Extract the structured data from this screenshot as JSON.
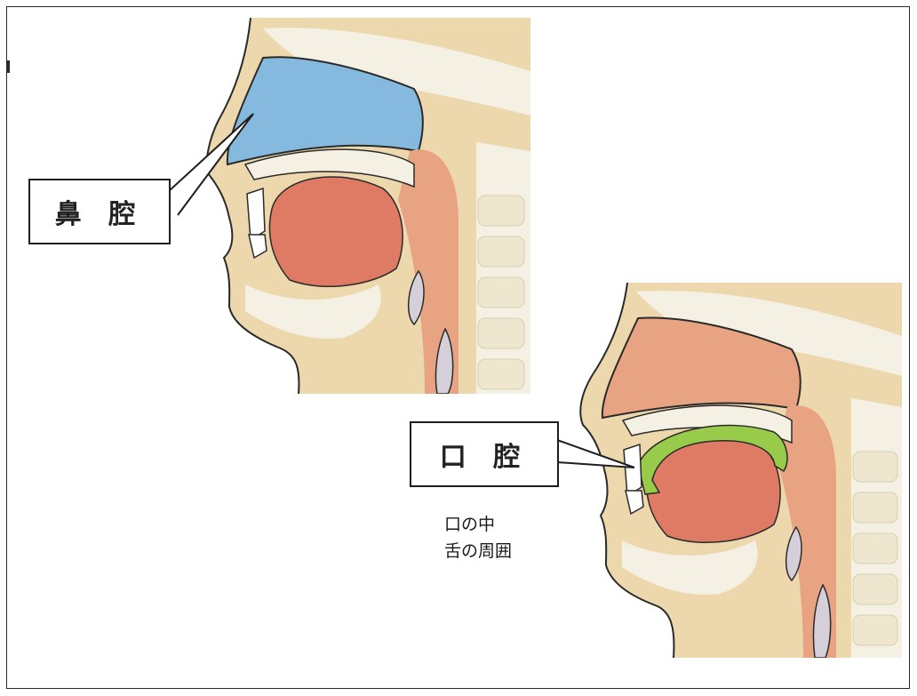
{
  "labels": {
    "nasal_cavity": "鼻 腔",
    "oral_cavity": "口 腔",
    "oral_note_line1": "口の中",
    "oral_note_line2": "舌の周囲"
  },
  "colors": {
    "skin": "#edd7ad",
    "nasal_highlight": "#86b9de",
    "oral_highlight": "#98cb49",
    "tongue": "#df7b65",
    "tissue": "#e8a482",
    "bone": "#f4f1e4",
    "outline": "#2a2a2a"
  }
}
